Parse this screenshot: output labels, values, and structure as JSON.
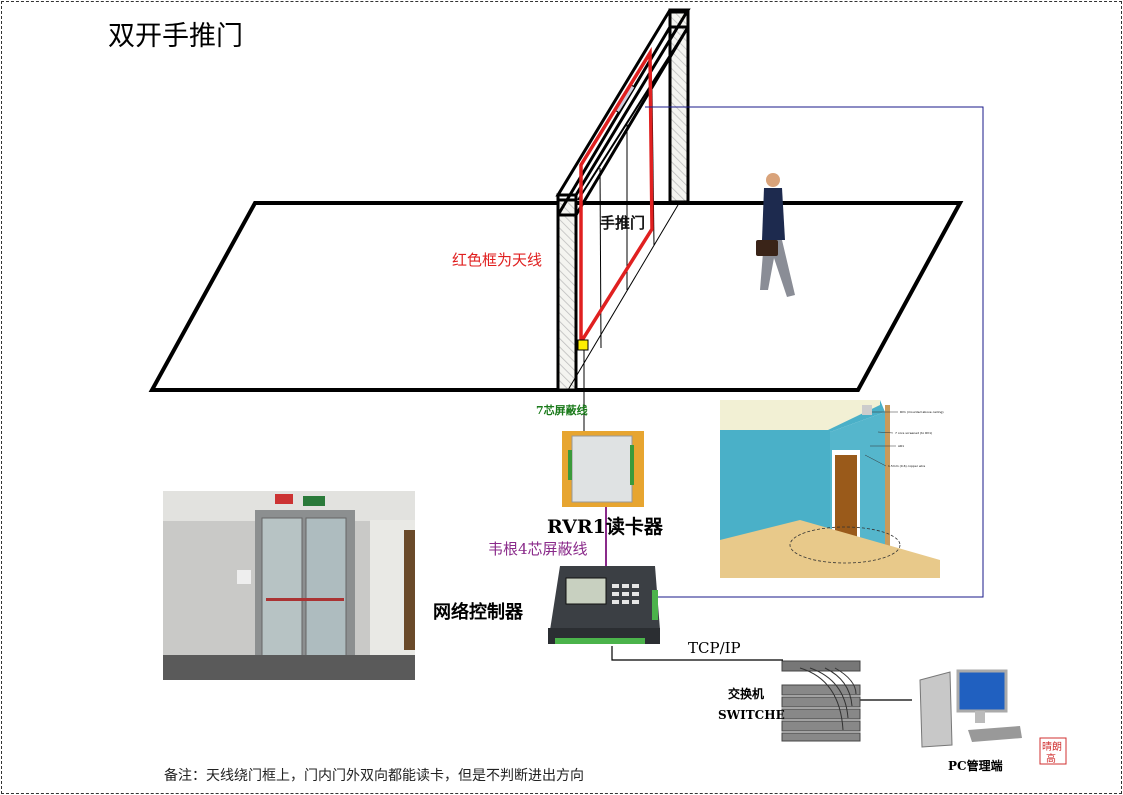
{
  "title": "双开手推门",
  "labels": {
    "antenna": "红色框为天线",
    "door": "手推门",
    "cable_7core": "7芯屏蔽线",
    "reader": "RVR1读卡器",
    "cable_wiegand": "韦根4芯屏蔽线",
    "controller": "网络控制器",
    "tcpip": "TCP/IP",
    "switch_cn": "交换机",
    "switch_en": "SWITCHE",
    "pc": "PC管理端"
  },
  "wall_illustration": {
    "callouts": [
      "RV1 (mounted above ceiling)",
      "7 core screened (to RV1)",
      "AR1",
      "1.5mm (0.6) copper wire"
    ]
  },
  "stamp": "晴朗高",
  "note": "备注：天线绕门框上，门内门外双向都能读卡，但是不判断进出方向",
  "colors": {
    "antenna": "#e02020",
    "signal_line": "#1a1a8a",
    "wiegand": "#8a2a8a",
    "cable_label": "#1a7a1a",
    "marker": "#ffee00"
  }
}
